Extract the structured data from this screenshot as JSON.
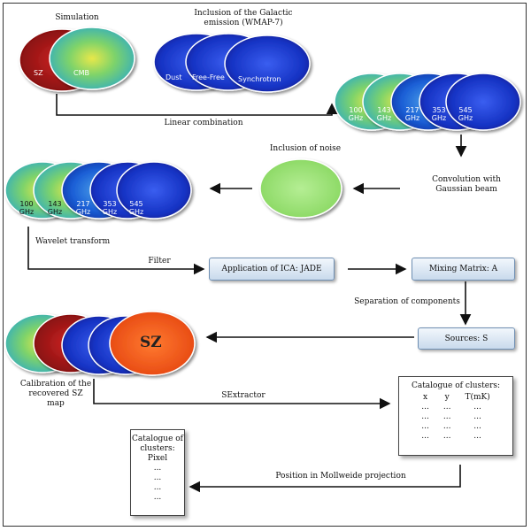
{
  "labels": {
    "simulation": "Simulation",
    "galactic": "Inclusion of the Galactic emission (WMAP-7)",
    "linear_combination": "Linear combination",
    "noise": "Inclusion of noise",
    "convolution": "Convolution with Gaussian beam",
    "wavelet": "Wavelet transform",
    "filter": "Filter",
    "separation": "Separation of components",
    "calibration": "Calibration of the recovered SZ map",
    "sextractor": "SExtractor",
    "position": "Position in Mollweide projection"
  },
  "map_tags": {
    "sz": "SZ",
    "cmb": "CMB",
    "dust": "Dust",
    "freefree": "Free-Free",
    "synchrotron": "Synchrotron",
    "sz_big": "SZ"
  },
  "freq_maps_top": [
    "100 GHz",
    "143 GHz",
    "217 GHz",
    "353 GHz",
    "545 GHz"
  ],
  "freq_maps_left": [
    "100 GHz",
    "143 GHz",
    "217 GHz",
    "353 GHz",
    "545 GHz"
  ],
  "boxes": {
    "ica": "Application of ICA: JADE",
    "mixing": "Mixing Matrix: A",
    "sources": "Sources: S"
  },
  "catalogue_right": {
    "title": "Catalogue of clusters:",
    "headers": [
      "x",
      "y",
      "T(mK)"
    ],
    "rows": [
      [
        "...",
        "...",
        "..."
      ],
      [
        "...",
        "...",
        "..."
      ],
      [
        "...",
        "...",
        "..."
      ],
      [
        "...",
        "...",
        "..."
      ]
    ]
  },
  "catalogue_left": {
    "title": "Catalogue of clusters:",
    "subtitle": "Pixel",
    "rows": [
      "...",
      "...",
      "...",
      "..."
    ]
  },
  "colors": {
    "arrow": "#111111",
    "box_border": "#6f8fb3",
    "noise_green": "#9ee07a",
    "sz_orange": "#f05a1e",
    "cmb_red": "#b01818"
  }
}
